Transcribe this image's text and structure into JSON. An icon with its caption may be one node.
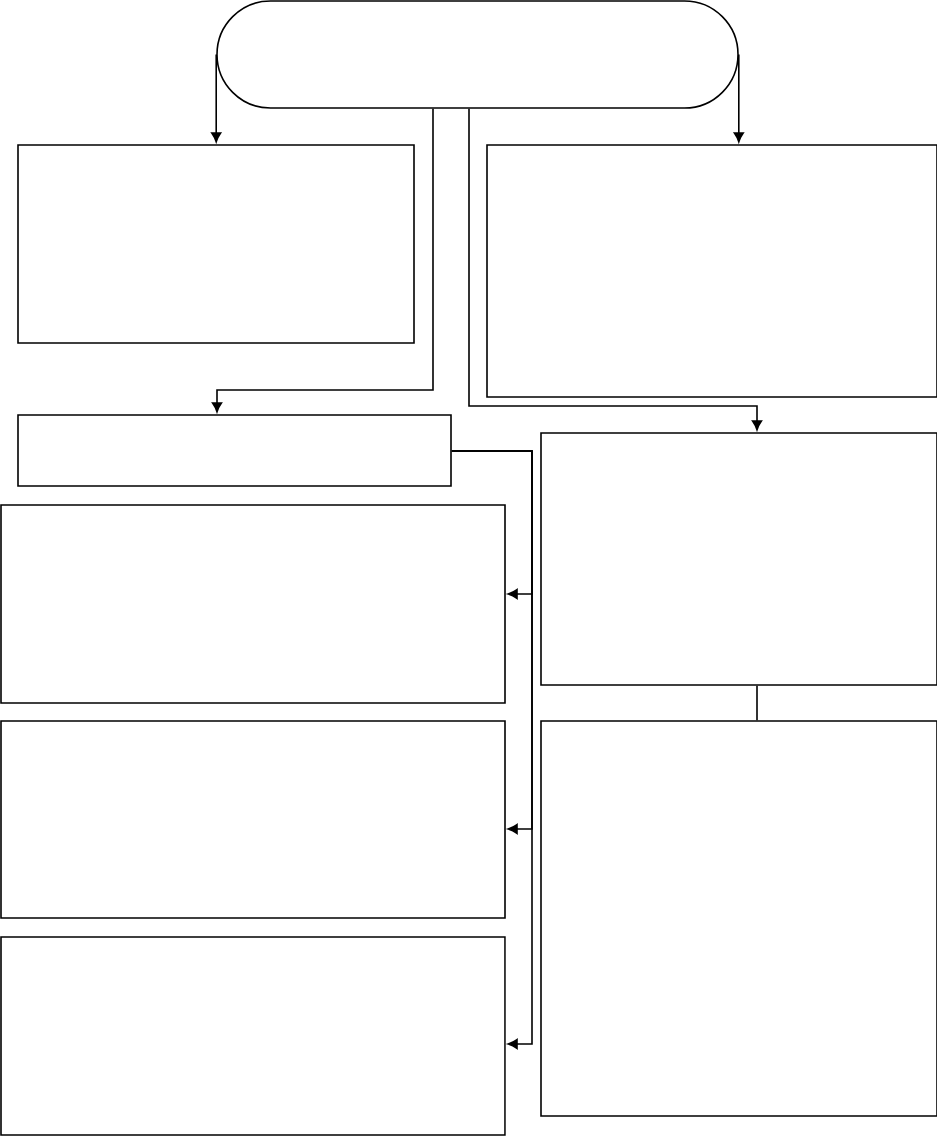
{
  "diagram": {
    "nodes": [
      {
        "text": [],
        "shape": "oval"
      },
      {
        "text": [],
        "shape": "box"
      },
      {
        "text": [],
        "shape": "box"
      },
      {
        "text": [],
        "shape": "box"
      },
      {
        "text": [],
        "shape": "box"
      },
      {
        "text": [],
        "shape": "box"
      },
      {
        "text": [],
        "shape": "box"
      },
      {
        "text": [],
        "shape": "box"
      },
      {
        "text": [],
        "shape": "box"
      }
    ],
    "edges": [
      {
        "from": 0,
        "to": 1,
        "arrow": "to"
      },
      {
        "from": 0,
        "to": 2,
        "arrow": "to"
      },
      {
        "from": 0,
        "to": 3,
        "arrow": "to"
      },
      {
        "from": 0,
        "to": 4,
        "arrow": "to"
      },
      {
        "from": 4,
        "to": 8,
        "arrow": "none"
      },
      {
        "from": 3,
        "to": 5,
        "arrow": "to"
      },
      {
        "from": 3,
        "to": 6,
        "arrow": "to"
      },
      {
        "from": 3,
        "to": 7,
        "arrow": "to"
      }
    ]
  }
}
